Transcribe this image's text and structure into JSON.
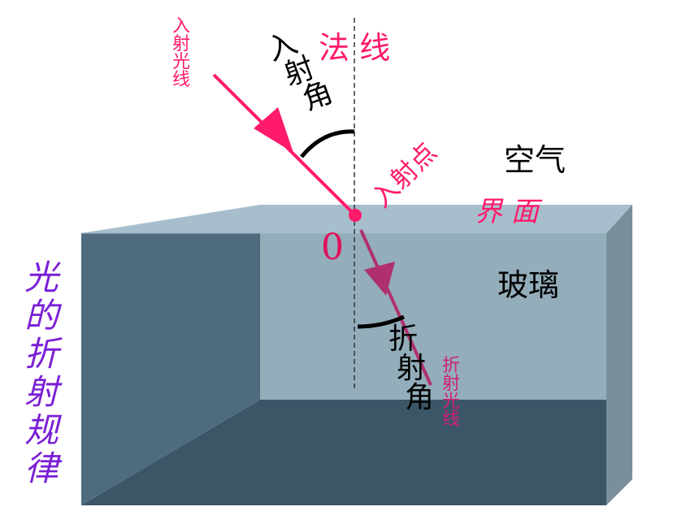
{
  "title": "光的折射规律",
  "labels": {
    "incident_ray": "入射光线",
    "incident_angle": "入射角",
    "normal": "法 线",
    "incidence_point": "入射点",
    "air": "空气",
    "interface": "界 面",
    "origin": "0",
    "glass": "玻璃",
    "refraction_angle": "折射角",
    "refracted_ray": "折射光线"
  },
  "colors": {
    "incident": "#ff1a6c",
    "refracted": "#b0306e",
    "title": "#7a1fd6",
    "glass_front": "#93adba",
    "glass_top": "#a7bfcc",
    "glass_right": "#7a8f9c",
    "glass_left_wall": "#4f6c7f",
    "glass_floor": "#3b5667",
    "normal_line": "#333333"
  }
}
